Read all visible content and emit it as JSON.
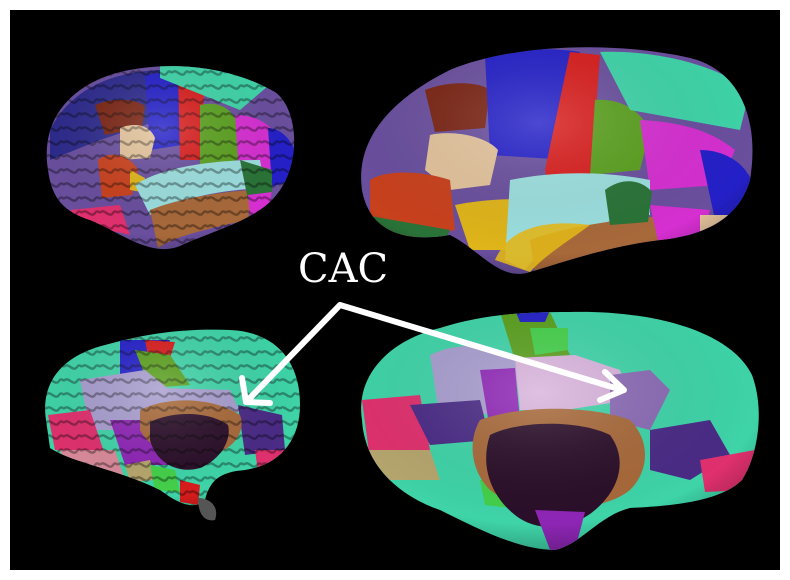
{
  "figure": {
    "background_color": "#000000",
    "annotation": {
      "label": "CAC",
      "arrow_color": "#ffffff",
      "arrow_count": 2
    },
    "panels": [
      {
        "id": "top-left",
        "view": "lateral",
        "surface": "pial"
      },
      {
        "id": "top-right",
        "view": "lateral",
        "surface": "inflated"
      },
      {
        "id": "bottom-left",
        "view": "medial",
        "surface": "pial"
      },
      {
        "id": "bottom-right",
        "view": "medial",
        "surface": "inflated"
      }
    ],
    "region_colors": {
      "navy": "#2c2a8c",
      "blue": "#2420c8",
      "red": "#d81c1c",
      "green": "#5aa01e",
      "magenta": "#d62fd1",
      "teal": "#3fd4a8",
      "tan": "#e3c39b",
      "orange_red": "#c9411d",
      "gold": "#e0b51a",
      "light_cyan": "#9cdfdf",
      "brown": "#a8693a",
      "dark_green": "#2a7338",
      "purple": "#6a4f9e",
      "dark_purple": "#4a2b86",
      "lavender": "#a89dcf",
      "pink_lavender": "#d8b3dc",
      "violet": "#8e26b5",
      "dark_wall": "#2b0f2a",
      "hot_pink": "#e0306e",
      "salmon_pink": "#d98a9a",
      "lime": "#44d04a",
      "khaki": "#b6a66e",
      "maroon": "#7a2413"
    }
  }
}
